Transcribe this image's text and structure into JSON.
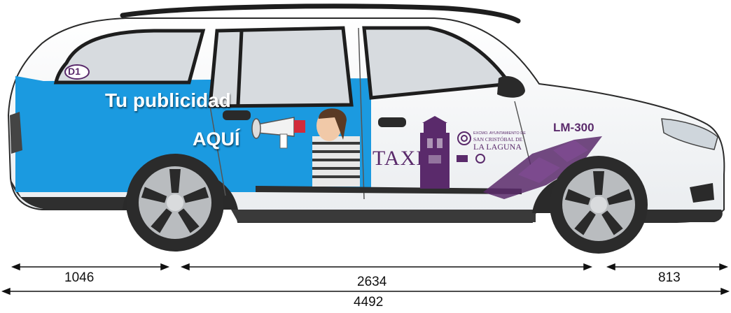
{
  "vehicle": {
    "door_tag": "D1",
    "plate_code": "LM-300",
    "taxi_label": "TAXI",
    "ad_line1": "Tu publicidad",
    "ad_line2": "AQUÍ",
    "crest_small": "EXCMO. AYUNTAMIENTO DE",
    "crest_mid": "SAN CRISTÓBAL DE",
    "crest_big": "LA LAGUNA"
  },
  "dimensions": {
    "front_overhang": "1046",
    "wheelbase": "2634",
    "rear_overhang": "813",
    "total_length": "4492"
  },
  "colors": {
    "ad_blue": "#1b9ae0",
    "brand_purple": "#5a2a6b",
    "tire": "#2b2b2b",
    "body_outline": "#2a2a2a"
  }
}
